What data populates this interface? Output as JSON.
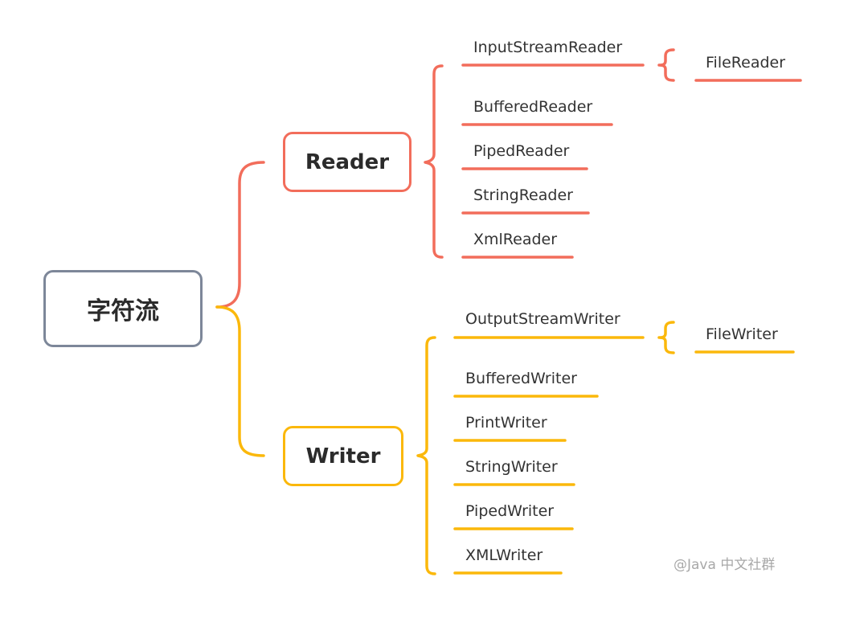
{
  "colors": {
    "root_border": "#7d8799",
    "reader": "#f26d5b",
    "writer": "#fbb80b",
    "text": "#333333",
    "watermark": "#a8a8a8"
  },
  "root": {
    "label": "字符流"
  },
  "reader": {
    "label": "Reader",
    "children": [
      {
        "label": "InputStreamReader",
        "child": "FileReader"
      },
      {
        "label": "BufferedReader"
      },
      {
        "label": "PipedReader"
      },
      {
        "label": "StringReader"
      },
      {
        "label": "XmlReader"
      }
    ]
  },
  "writer": {
    "label": "Writer",
    "children": [
      {
        "label": "OutputStreamWriter",
        "child": "FileWriter"
      },
      {
        "label": "BufferedWriter"
      },
      {
        "label": "PrintWriter"
      },
      {
        "label": "StringWriter"
      },
      {
        "label": "PipedWriter"
      },
      {
        "label": "XMLWriter"
      }
    ]
  },
  "watermark": "@Java 中文社群"
}
